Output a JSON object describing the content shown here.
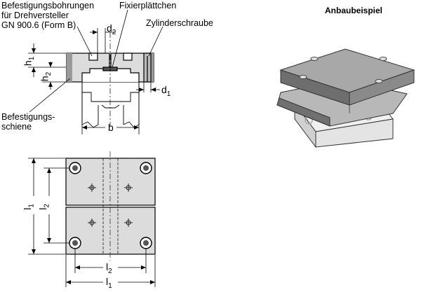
{
  "labels": {
    "mounting_holes_line1": "Befestigungsbohrungen",
    "mounting_holes_line2": "für Drehversteller",
    "mounting_holes_line3": "GN 900.6 (Form B)",
    "fixing_plate": "Fixierplättchen",
    "cylinder_screw": "Zylinderschraube",
    "rail_line1": "Befestigungs-",
    "rail_line2": "schiene",
    "example_title": "Anbaubeispiel"
  },
  "dimensions": {
    "d2": {
      "main": "d",
      "sub": "2"
    },
    "d1": {
      "main": "d",
      "sub": "1"
    },
    "h1": {
      "main": "h",
      "sub": "1"
    },
    "h2": {
      "main": "h",
      "sub": "2"
    },
    "b": {
      "main": "b",
      "sub": ""
    },
    "l1_vertical": {
      "main": "l",
      "sub": "1"
    },
    "l2_vertical": {
      "main": "l",
      "sub": "2"
    },
    "l2_horizontal": {
      "main": "l",
      "sub": "2"
    },
    "l1_horizontal": {
      "main": "l",
      "sub": "1"
    }
  },
  "colors": {
    "part_fill": "#dcdcdc",
    "part_dark": "#8a8a8a",
    "line": "#000000",
    "iso_top": "#a8a8a8",
    "iso_side": "#6e6e6e"
  }
}
